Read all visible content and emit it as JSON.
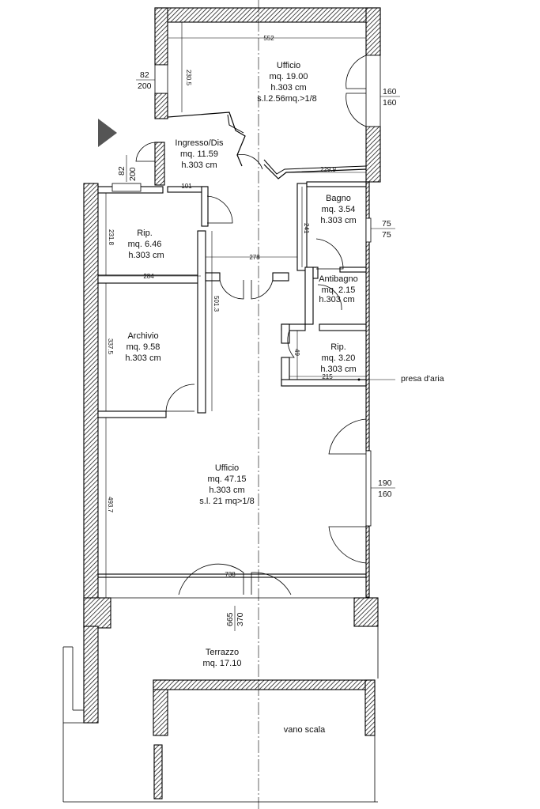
{
  "rooms": {
    "ufficio_top": {
      "name": "Ufficio",
      "area": "mq. 19.00",
      "height": "h.303 cm",
      "light": "s.l.2.56mq.>1/8"
    },
    "ingresso": {
      "name": "Ingresso/Dis",
      "area": "mq. 11.59",
      "height": "h.303 cm"
    },
    "bagno": {
      "name": "Bagno",
      "area": "mq. 3.54",
      "height": "h.303 cm"
    },
    "rip_left": {
      "name": "Rip.",
      "area": "mq. 6.46",
      "height": "h.303 cm"
    },
    "antibagno": {
      "name": "Antibagno",
      "area": "mq. 2.15",
      "height": "h.303 cm"
    },
    "archivio": {
      "name": "Archivio",
      "area": "mq. 9.58",
      "height": "h.303 cm"
    },
    "rip_right": {
      "name": "Rip.",
      "area": "mq. 3.20",
      "height": "h.303 cm"
    },
    "ufficio_main": {
      "name": "Ufficio",
      "area": "mq. 47.15",
      "height": "h.303 cm",
      "light": "s.l. 21 mq>1/8"
    },
    "terrazzo": {
      "name": "Terrazzo",
      "area": "mq. 17.10"
    },
    "vano_scala": {
      "name": "vano scala"
    }
  },
  "dimensions": {
    "top_width": "552",
    "ufficio_depth": "230.5",
    "ingresso_wall": "229.9",
    "rip_width": "101",
    "bagno_depth": "241",
    "corridor_width": "278",
    "rip_depth": "231.8",
    "rip_bottom": "284",
    "corridor_length": "501.3",
    "archivio_depth": "337.5",
    "rip_right_small": "49",
    "rip_right_width": "215",
    "main_depth": "493.7",
    "main_width": "738"
  },
  "windows": {
    "left_top": {
      "w": "82",
      "h": "200"
    },
    "right_top": {
      "w": "160",
      "h": "160"
    },
    "door_left": {
      "w": "82",
      "h": "200"
    },
    "bagno": {
      "w": "75",
      "h": "75"
    },
    "right_main": {
      "w": "190",
      "h": "160"
    },
    "terrace": {
      "w": "665",
      "h": "370"
    }
  },
  "notes": {
    "air_intake": "presa d'aria"
  }
}
